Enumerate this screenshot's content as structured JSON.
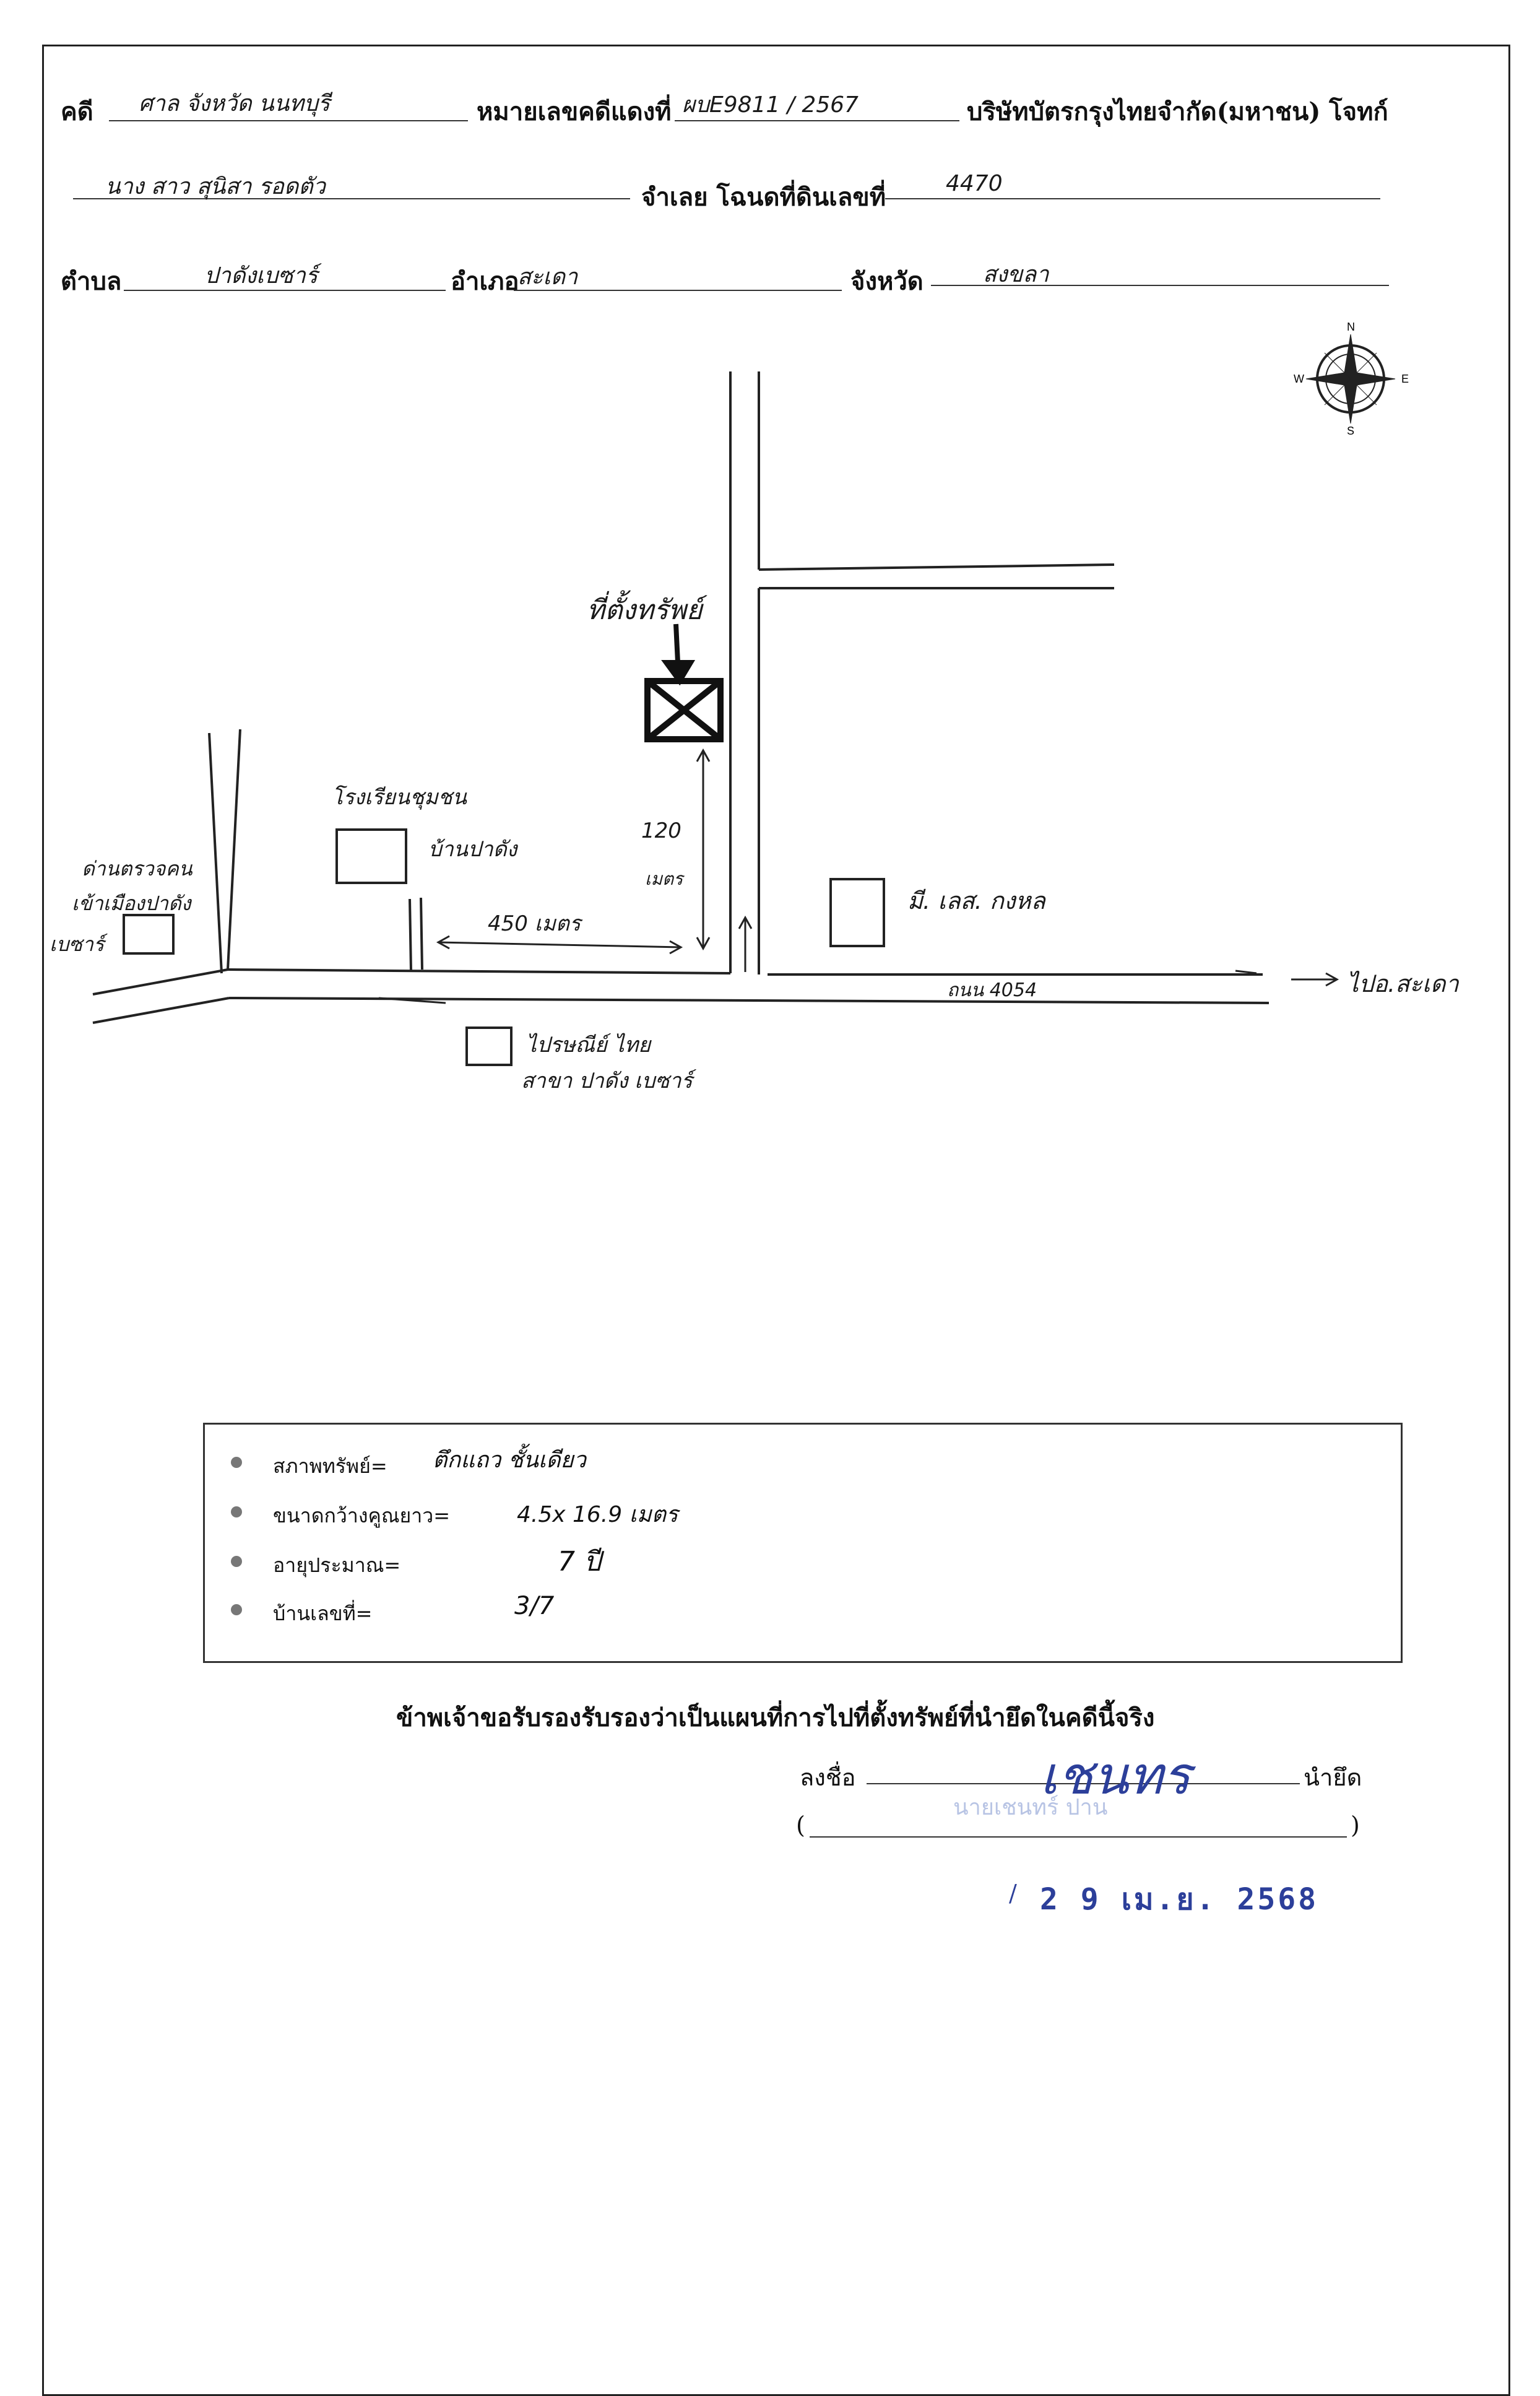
{
  "header": {
    "case_label": "คดี",
    "case_value": "ศาล จังหวัด นนทบุรี",
    "red_case_label": "หมายเลขคดีแดงที่",
    "red_case_value": "ผบE9811 / 2567",
    "plaintiff": "บริษัทบัตรกรุงไทยจำกัด(มหาชน) โจทก์",
    "defendant_value": "นาง สาว สุนิสา รอดตัว",
    "defendant_label": "จำเลย  โฉนดที่ดินเลขที่",
    "deed_value": "4470",
    "subdistrict_label": "ตำบล",
    "subdistrict_value": "ปาดังเบซาร์",
    "district_label": "อำเภอ",
    "district_value": "สะเดา",
    "province_label": "จังหวัด",
    "province_value": "สงขลา"
  },
  "compass": {
    "n": "N",
    "s": "S",
    "e": "E",
    "w": "W"
  },
  "map": {
    "property_label": "ที่ตั้งทรัพย์",
    "school_label_1": "โรงเรียนชุมชน",
    "school_label_2": "บ้านปาดัง",
    "distance_vertical_1": "120",
    "distance_vertical_2": "เมตร",
    "distance_horizontal": "450 เมตร",
    "left_place_1": "ด่านตรวจคน",
    "left_place_2": "เข้าเมืองปาดัง",
    "left_place_3": "เบซาร์",
    "right_place": "มี. เลส. กงหล",
    "road_label": "ถนน 4054",
    "direction_label": "ไปอ.สะเดา",
    "bottom_place_1": "ไปรษณีย์ ไทย",
    "bottom_place_2": "สาขา ปาดัง เบซาร์"
  },
  "info": {
    "rows": [
      {
        "label": "สภาพทรัพย์=",
        "value": "ตึกแถว ชั้นเดียว"
      },
      {
        "label": "ขนาดกว้างคูณยาว=",
        "value": "4.5x 16.9 เมตร"
      },
      {
        "label": "อายุประมาณ=",
        "value": "7 ปี"
      },
      {
        "label": "บ้านเลขที่=",
        "value": "3/7"
      }
    ]
  },
  "footer": {
    "certification": "ข้าพเจ้าขอรับรองรับรองว่าเป็นแผนที่การไปที่ตั้งทรัพย์ที่นำยึดในคดีนี้จริง",
    "sign_label": "ลงชื่อ",
    "sign_role": "นำยึด",
    "signature": "เชนทร",
    "faded_name": "นายเชนทร์ ปาน",
    "paren_open": "(",
    "paren_close": ")",
    "date_stamp": "2 9 เม.ย. 2568",
    "date_prefix": "/"
  }
}
